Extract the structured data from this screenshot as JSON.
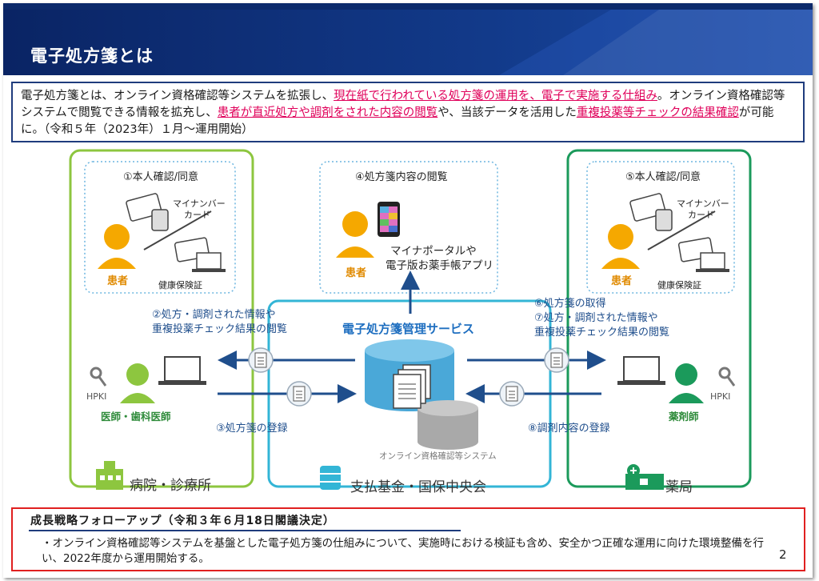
{
  "title": "電子処方箋とは",
  "intro": {
    "p1": "電子処方箋とは、オンライン資格確認等システムを拡張し、",
    "h1": "現在紙で行われている処方箋の運用を、電子で実施する仕組み",
    "p2": "。オンライン資格確認等システムで閲覧できる情報を拡充し、",
    "h2": "患者が直近処方や調剤をされた内容の閲覧",
    "p3": "や、当該データを活用した",
    "h3": "重複投薬等チェックの結果確認",
    "p4": "が可能に。（令和５年（2023年）１月～運用開始）"
  },
  "left": {
    "step_title": "①本人確認/同意",
    "card_label_1": "マイナンバー",
    "card_label_2": "カード",
    "insurance_label": "健康保険証",
    "patient": "患者",
    "doctor": "医師・歯科医師",
    "hpki": "HPKI",
    "facility": "病院・診療所"
  },
  "center": {
    "step_title": "④処方箋内容の閲覧",
    "app_line1": "マイナポータルや",
    "app_line2": "電子版お薬手帳アプリ",
    "patient": "患者",
    "service": "電子処方箋管理サービス",
    "online_system": "オンライン資格確認等システム",
    "facility": "支払基金・国保中央会"
  },
  "right": {
    "step_title": "⑤本人確認/同意",
    "card_label_1": "マイナンバー",
    "card_label_2": "カード",
    "insurance_label": "健康保険証",
    "patient": "患者",
    "pharmacist": "薬剤師",
    "hpki": "HPKI",
    "facility": "薬局"
  },
  "flows": {
    "step2_line1": "②処方・調剤された情報や",
    "step2_line2": "重複投薬チェック結果の閲覧",
    "step3": "③処方箋の登録",
    "step6": "⑥処方箋の取得",
    "step7_line1": "⑦処方・調剤された情報や",
    "step7_line2": "重複投薬チェック結果の閲覧",
    "step8": "⑧調剤内容の登録"
  },
  "bottom": {
    "title": "成長戦略フォローアップ（令和３年６月18日閣議決定）",
    "bullet": "・",
    "text": "オンライン資格確認等システムを基盤とした電子処方箋の仕組みについて、実施時における検証も含め、安全かつ正確な運用に向けた環境整備を行い、2022年度から運用開始する。"
  },
  "page_number": "2",
  "colors": {
    "header_dark": "#0c2a6b",
    "accent_blue": "#1f4e8c",
    "hospital_green": "#8dc63f",
    "pharmacy_green": "#1b9a5b",
    "center_cyan": "#33b5d6",
    "highlight_pink": "#e0005a",
    "patient_orange": "#f5a800",
    "alert_red": "#e02020"
  },
  "icons": [
    "hospital-icon",
    "database-icon",
    "pharmacy-icon",
    "smartphone-icon",
    "card-icon",
    "laptop-icon",
    "key-icon",
    "document-icon",
    "cylinder-icon",
    "person-icon"
  ]
}
